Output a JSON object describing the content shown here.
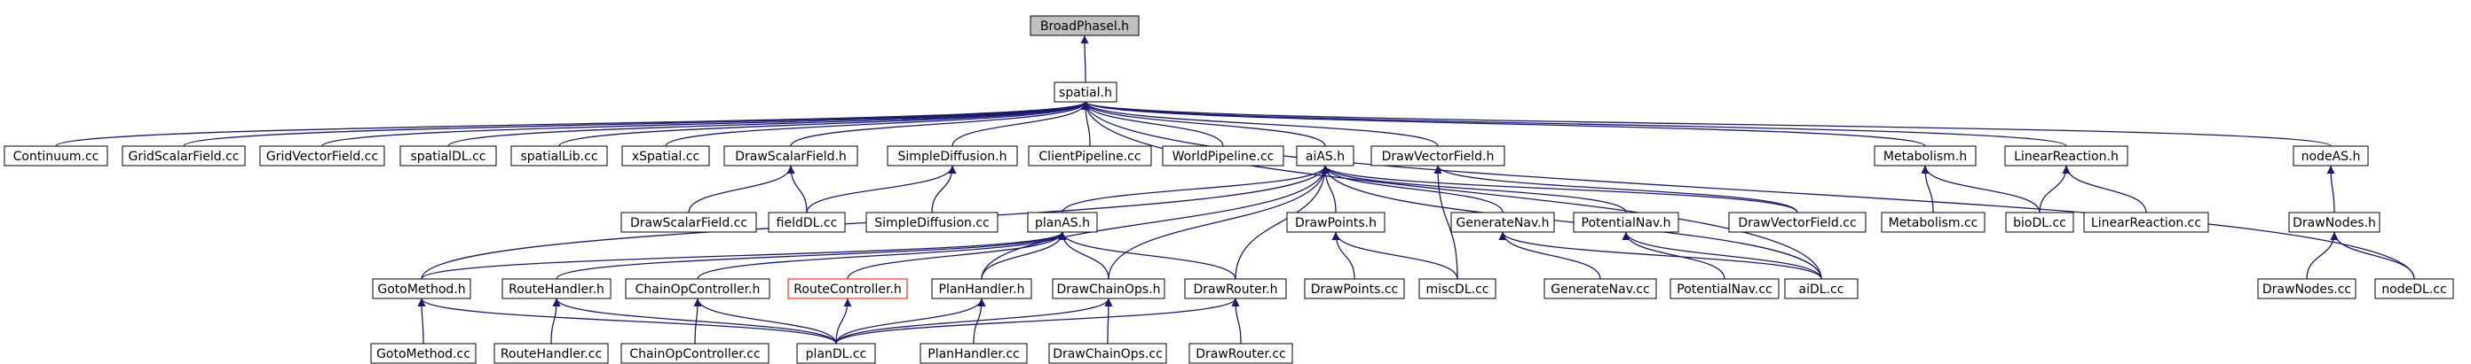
{
  "colors": {
    "edge": "#191970",
    "node_border": "#000000",
    "node_fill": "#ffffff",
    "root_fill": "#bfbfbf",
    "undocumented_border": "#ff0000",
    "label": "#000000"
  },
  "nodes": [
    {
      "id": "broadphasel_h",
      "label": "BroadPhasel.h",
      "style": "root"
    },
    {
      "id": "spatial_h",
      "label": "spatial.h"
    },
    {
      "id": "continuum_cc",
      "label": "Continuum.cc"
    },
    {
      "id": "gridscalarfield_cc",
      "label": "GridScalarField.cc"
    },
    {
      "id": "gridvectorfield_cc",
      "label": "GridVectorField.cc"
    },
    {
      "id": "spatialdl_cc",
      "label": "spatialDL.cc"
    },
    {
      "id": "spatiallib_cc",
      "label": "spatialLib.cc"
    },
    {
      "id": "xspatial_cc",
      "label": "xSpatial.cc"
    },
    {
      "id": "drawscalarfield_h",
      "label": "DrawScalarField.h"
    },
    {
      "id": "simplediffusion_h",
      "label": "SimpleDiffusion.h"
    },
    {
      "id": "clientpipeline_cc",
      "label": "ClientPipeline.cc"
    },
    {
      "id": "worldpipeline_cc",
      "label": "WorldPipeline.cc"
    },
    {
      "id": "aias_h",
      "label": "aiAS.h"
    },
    {
      "id": "drawvectorfield_h",
      "label": "DrawVectorField.h"
    },
    {
      "id": "metabolism_h",
      "label": "Metabolism.h"
    },
    {
      "id": "linearreaction_h",
      "label": "LinearReaction.h"
    },
    {
      "id": "nodeas_h",
      "label": "nodeAS.h"
    },
    {
      "id": "drawscalarfield_cc",
      "label": "DrawScalarField.cc"
    },
    {
      "id": "fielddl_cc",
      "label": "fieldDL.cc"
    },
    {
      "id": "simplediffusion_cc",
      "label": "SimpleDiffusion.cc"
    },
    {
      "id": "planas_h",
      "label": "planAS.h"
    },
    {
      "id": "drawpoints_h",
      "label": "DrawPoints.h"
    },
    {
      "id": "generatenav_h",
      "label": "GenerateNav.h"
    },
    {
      "id": "potentialnav_h",
      "label": "PotentialNav.h"
    },
    {
      "id": "drawvectorfield_cc",
      "label": "DrawVectorField.cc"
    },
    {
      "id": "metabolism_cc",
      "label": "Metabolism.cc"
    },
    {
      "id": "biodl_cc",
      "label": "bioDL.cc"
    },
    {
      "id": "linearreaction_cc",
      "label": "LinearReaction.cc"
    },
    {
      "id": "drawnodes_h",
      "label": "DrawNodes.h"
    },
    {
      "id": "gotomethod_h",
      "label": "GotoMethod.h"
    },
    {
      "id": "routehandler_h",
      "label": "RouteHandler.h"
    },
    {
      "id": "chainopcontroller_h",
      "label": "ChainOpController.h"
    },
    {
      "id": "routecontroller_h",
      "label": "RouteController.h",
      "style": "undocumented"
    },
    {
      "id": "planhandler_h",
      "label": "PlanHandler.h"
    },
    {
      "id": "drawchainops_h",
      "label": "DrawChainOps.h"
    },
    {
      "id": "drawrouter_h",
      "label": "DrawRouter.h"
    },
    {
      "id": "drawpoints_cc",
      "label": "DrawPoints.cc"
    },
    {
      "id": "miscdl_cc",
      "label": "miscDL.cc"
    },
    {
      "id": "generatenav_cc",
      "label": "GenerateNav.cc"
    },
    {
      "id": "potentialnav_cc",
      "label": "PotentialNav.cc"
    },
    {
      "id": "aidl_cc",
      "label": "aiDL.cc"
    },
    {
      "id": "drawnodes_cc",
      "label": "DrawNodes.cc"
    },
    {
      "id": "nodedl_cc",
      "label": "nodeDL.cc"
    },
    {
      "id": "gotomethod_cc",
      "label": "GotoMethod.cc"
    },
    {
      "id": "routehandler_cc",
      "label": "RouteHandler.cc"
    },
    {
      "id": "chainopcontroller_cc",
      "label": "ChainOpController.cc"
    },
    {
      "id": "plandl_cc",
      "label": "planDL.cc"
    },
    {
      "id": "planhandler_cc",
      "label": "PlanHandler.cc"
    },
    {
      "id": "drawchainops_cc",
      "label": "DrawChainOps.cc"
    },
    {
      "id": "drawrouter_cc",
      "label": "DrawRouter.cc"
    }
  ],
  "edges": [
    [
      "spatial_h",
      "broadphasel_h"
    ],
    [
      "continuum_cc",
      "spatial_h"
    ],
    [
      "gridscalarfield_cc",
      "spatial_h"
    ],
    [
      "gridvectorfield_cc",
      "spatial_h"
    ],
    [
      "spatialdl_cc",
      "spatial_h"
    ],
    [
      "spatiallib_cc",
      "spatial_h"
    ],
    [
      "xspatial_cc",
      "spatial_h"
    ],
    [
      "drawscalarfield_h",
      "spatial_h"
    ],
    [
      "simplediffusion_h",
      "spatial_h"
    ],
    [
      "clientpipeline_cc",
      "spatial_h"
    ],
    [
      "worldpipeline_cc",
      "spatial_h"
    ],
    [
      "aias_h",
      "spatial_h"
    ],
    [
      "drawvectorfield_h",
      "spatial_h"
    ],
    [
      "metabolism_h",
      "spatial_h"
    ],
    [
      "linearreaction_h",
      "spatial_h"
    ],
    [
      "nodeas_h",
      "spatial_h"
    ],
    [
      "aidl_cc",
      "spatial_h"
    ],
    [
      "nodedl_cc",
      "spatial_h"
    ],
    [
      "drawscalarfield_cc",
      "drawscalarfield_h"
    ],
    [
      "fielddl_cc",
      "drawscalarfield_h"
    ],
    [
      "fielddl_cc",
      "simplediffusion_h"
    ],
    [
      "simplediffusion_cc",
      "simplediffusion_h"
    ],
    [
      "planas_h",
      "aias_h"
    ],
    [
      "drawpoints_h",
      "aias_h"
    ],
    [
      "generatenav_h",
      "aias_h"
    ],
    [
      "potentialnav_h",
      "aias_h"
    ],
    [
      "drawvectorfield_cc",
      "aias_h"
    ],
    [
      "aidl_cc",
      "aias_h"
    ],
    [
      "gotomethod_h",
      "aias_h"
    ],
    [
      "planhandler_h",
      "aias_h"
    ],
    [
      "drawchainops_h",
      "aias_h"
    ],
    [
      "drawrouter_h",
      "aias_h"
    ],
    [
      "miscdl_cc",
      "drawvectorfield_h"
    ],
    [
      "drawvectorfield_cc",
      "drawvectorfield_h"
    ],
    [
      "metabolism_cc",
      "metabolism_h"
    ],
    [
      "biodl_cc",
      "metabolism_h"
    ],
    [
      "biodl_cc",
      "linearreaction_h"
    ],
    [
      "linearreaction_cc",
      "linearreaction_h"
    ],
    [
      "drawnodes_h",
      "nodeas_h"
    ],
    [
      "drawnodes_cc",
      "drawnodes_h"
    ],
    [
      "nodedl_cc",
      "drawnodes_h"
    ],
    [
      "gotomethod_h",
      "planas_h"
    ],
    [
      "routehandler_h",
      "planas_h"
    ],
    [
      "chainopcontroller_h",
      "planas_h"
    ],
    [
      "routecontroller_h",
      "planas_h"
    ],
    [
      "planhandler_h",
      "planas_h"
    ],
    [
      "drawchainops_h",
      "planas_h"
    ],
    [
      "drawrouter_h",
      "planas_h"
    ],
    [
      "drawpoints_cc",
      "drawpoints_h"
    ],
    [
      "miscdl_cc",
      "drawpoints_h"
    ],
    [
      "generatenav_cc",
      "generatenav_h"
    ],
    [
      "aidl_cc",
      "generatenav_h"
    ],
    [
      "potentialnav_cc",
      "potentialnav_h"
    ],
    [
      "aidl_cc",
      "potentialnav_h"
    ],
    [
      "gotomethod_cc",
      "gotomethod_h"
    ],
    [
      "plandl_cc",
      "gotomethod_h"
    ],
    [
      "routehandler_cc",
      "routehandler_h"
    ],
    [
      "plandl_cc",
      "routehandler_h"
    ],
    [
      "chainopcontroller_cc",
      "chainopcontroller_h"
    ],
    [
      "plandl_cc",
      "chainopcontroller_h"
    ],
    [
      "plandl_cc",
      "routecontroller_h"
    ],
    [
      "plandl_cc",
      "planhandler_h"
    ],
    [
      "planhandler_cc",
      "planhandler_h"
    ],
    [
      "plandl_cc",
      "drawchainops_h"
    ],
    [
      "drawchainops_cc",
      "drawchainops_h"
    ],
    [
      "plandl_cc",
      "drawrouter_h"
    ],
    [
      "drawrouter_cc",
      "drawrouter_h"
    ]
  ]
}
